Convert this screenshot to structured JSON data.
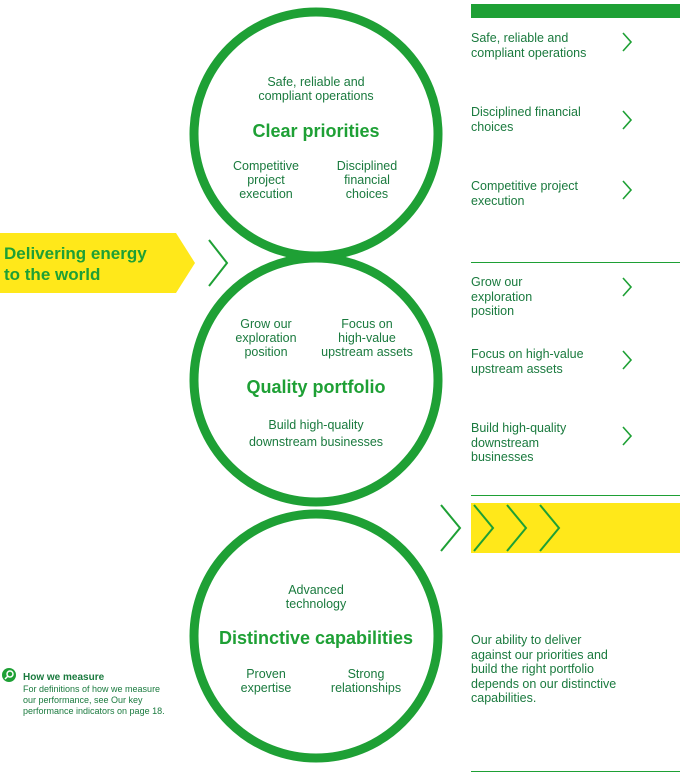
{
  "banner": {
    "label": "Delivering energy\nto the world"
  },
  "circles": [
    {
      "title": "Clear priorities",
      "top_text": "Safe, reliable and\ncompliant operations",
      "left_text": "Competitive\nproject\nexecution",
      "right_text": "Disciplined\nfinancial\nchoices"
    },
    {
      "title": "Quality portfolio",
      "left_text": "Grow our\nexploration\nposition",
      "right_text": "Focus on\nhigh-value\nupstream assets",
      "bottom_text": "Build high-quality\ndownstream businesses"
    },
    {
      "title": "Distinctive capabilities",
      "top_text": "Advanced\ntechnology",
      "left_text": "Proven\nexpertise",
      "right_text": "Strong\nrelationships"
    }
  ],
  "sidebar": {
    "priorities": [
      "Safe, reliable and\ncompliant operations",
      "Disciplined financial\nchoices",
      "Competitive project\nexecution"
    ],
    "portfolio": [
      "Grow our\nexploration\nposition",
      "Focus on high-value\nupstream assets",
      "Build high-quality\ndownstream\nbusinesses"
    ],
    "capabilities_text": "Our ability to deliver\nagainst our priorities and\nbuild the right portfolio\ndepends on our distinctive\ncapabilities."
  },
  "how_we_measure": {
    "title": "How we measure",
    "body": "For definitions of how we measure\nour performance, see Our key\nperformance indicators on page 18."
  },
  "colors": {
    "green": "#1ea035",
    "dark_green": "#1a7a3e",
    "yellow": "#ffe81a"
  },
  "icons": {
    "chevron": "chevron-right-icon",
    "measure": "magnifier-icon"
  }
}
